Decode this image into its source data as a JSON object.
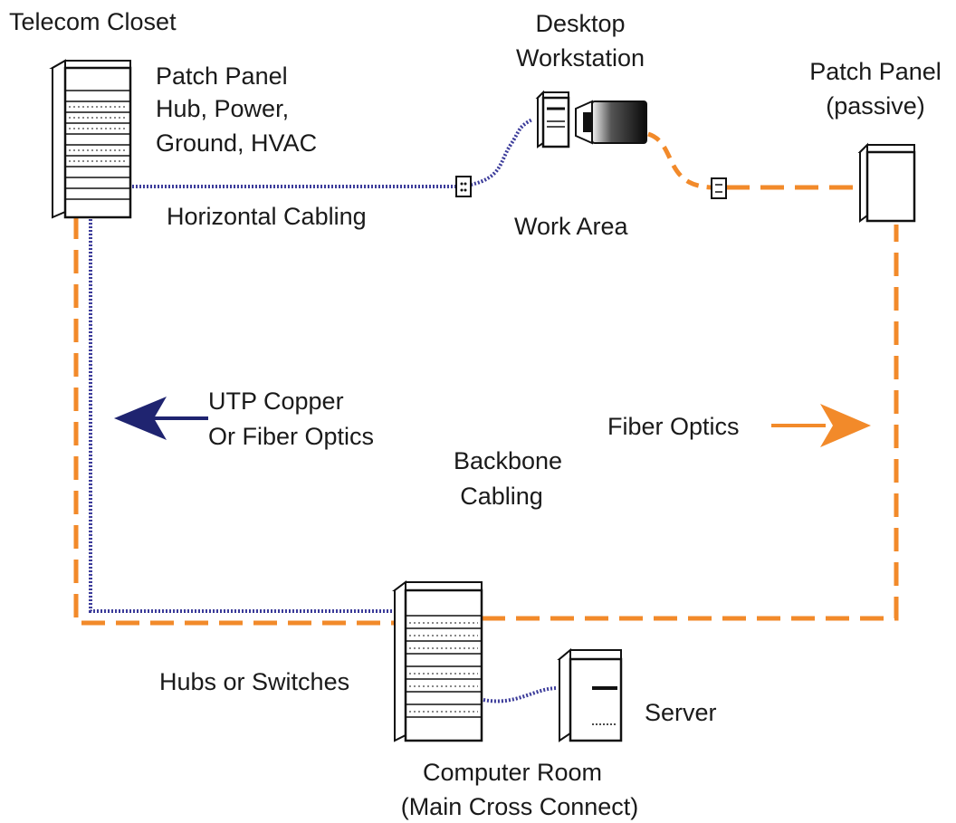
{
  "labels": {
    "telecom_closet": "Telecom Closet",
    "closet_contents": [
      "Patch Panel",
      "Hub, Power,",
      "Ground, HVAC"
    ],
    "desktop_workstation": [
      "Desktop",
      "Workstation"
    ],
    "patch_panel_passive": [
      "Patch Panel",
      "(passive)"
    ],
    "horizontal_cabling": "Horizontal Cabling",
    "work_area": "Work Area",
    "utp_copper": [
      "UTP Copper",
      "Or Fiber Optics"
    ],
    "backbone_cabling": [
      "Backbone",
      "Cabling"
    ],
    "fiber_optics": "Fiber Optics",
    "hubs_or_switches": "Hubs or Switches",
    "server": "Server",
    "computer_room": [
      "Computer Room",
      "(Main Cross Connect)"
    ]
  },
  "colors": {
    "copper_cable": "#3c3c9a",
    "fiber_cable": "#f28a2a",
    "utp_arrow": "#1f2470",
    "fiber_arrow": "#f28a2a"
  },
  "icons": [
    "rack-cabinet-icon",
    "wall-jack-icon",
    "workstation-icon",
    "monitor-icon",
    "passive-patch-panel-icon",
    "server-icon",
    "left-arrow-icon",
    "right-arrow-icon"
  ]
}
